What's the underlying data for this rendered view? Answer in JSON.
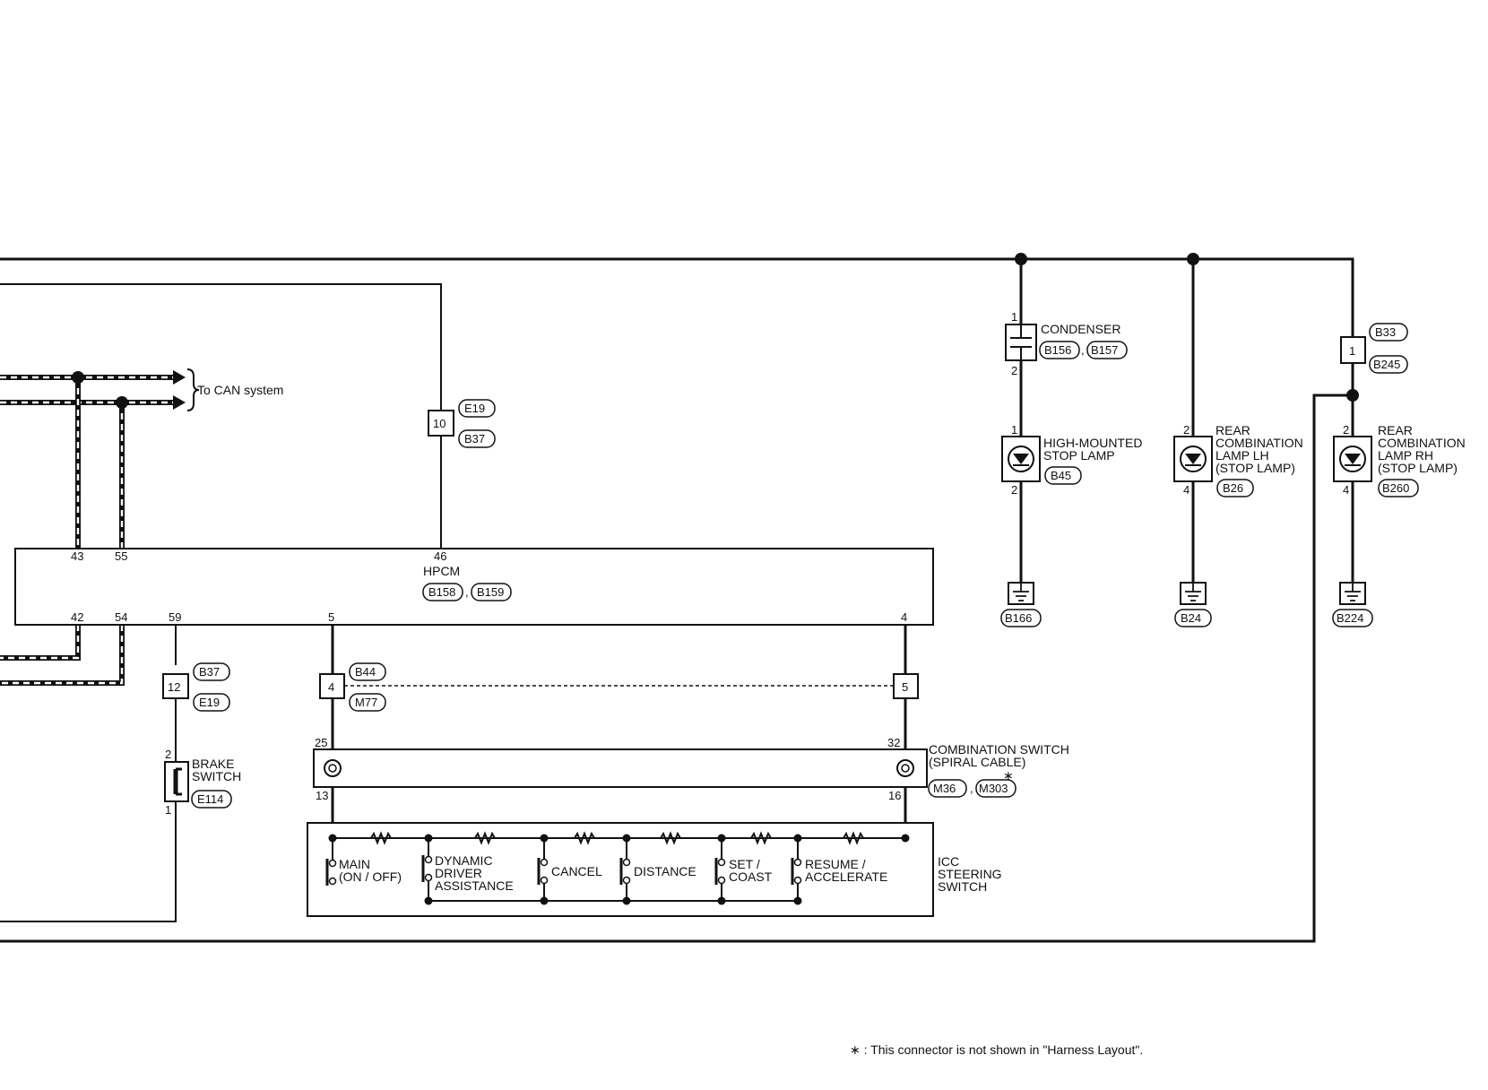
{
  "notes": {
    "can": "To CAN system",
    "footnote": "∗ : This connector is not shown in \"Harness Layout\"."
  },
  "hpcm": {
    "name": "HPCM",
    "connectors": [
      "B158",
      "B159"
    ],
    "pins_top": [
      "43",
      "55",
      "46"
    ],
    "pins_bottom": [
      "42",
      "54",
      "59",
      "5",
      "4"
    ]
  },
  "junctions": {
    "j10": {
      "pin": "10",
      "top": "E19",
      "bottom": "B37"
    },
    "j12": {
      "pin": "12",
      "top": "B37",
      "bottom": "E19"
    },
    "j4": {
      "pin": "4",
      "top": "B44",
      "bottom": "M77"
    },
    "j5": {
      "pin": "5"
    },
    "j1": {
      "pin": "1",
      "top": "B33",
      "bottom": "B245"
    }
  },
  "brake_switch": {
    "name_line1": "BRAKE",
    "name_line2": "SWITCH",
    "connector": "E114",
    "pin_top": "2",
    "pin_bottom": "1"
  },
  "combination_switch": {
    "name_line1": "COMBINATION SWITCH",
    "name_line2": "(SPIRAL CABLE)",
    "connectors": [
      "M36",
      "M303"
    ],
    "asterisk": "∗",
    "pins": {
      "tl": "25",
      "tr": "32",
      "bl": "13",
      "br": "16"
    }
  },
  "icc_switch": {
    "name_line1": "ICC",
    "name_line2": "STEERING",
    "name_line3": "SWITCH",
    "buttons": [
      {
        "l1": "MAIN",
        "l2": "(ON / OFF)",
        "l3": ""
      },
      {
        "l1": "DYNAMIC",
        "l2": "DRIVER",
        "l3": "ASSISTANCE"
      },
      {
        "l1": "CANCEL",
        "l2": "",
        "l3": ""
      },
      {
        "l1": "DISTANCE",
        "l2": "",
        "l3": ""
      },
      {
        "l1": "SET /",
        "l2": "COAST",
        "l3": ""
      },
      {
        "l1": "RESUME /",
        "l2": "ACCELERATE",
        "l3": ""
      }
    ]
  },
  "condenser": {
    "name": "CONDENSER",
    "connectors": [
      "B156",
      "B157"
    ],
    "pin_top": "1",
    "pin_bottom": "2"
  },
  "hm_stop_lamp": {
    "name_line1": "HIGH-MOUNTED",
    "name_line2": "STOP LAMP",
    "connector": "B45",
    "pin_top": "1",
    "pin_bottom": "2"
  },
  "rear_lamp_lh": {
    "l1": "REAR",
    "l2": "COMBINATION",
    "l3": "LAMP LH",
    "l4": "(STOP LAMP)",
    "connector": "B26",
    "pin_top": "2",
    "pin_bottom": "4"
  },
  "rear_lamp_rh": {
    "l1": "REAR",
    "l2": "COMBINATION",
    "l3": "LAMP RH",
    "l4": "(STOP LAMP)",
    "connector": "B260",
    "pin_top": "2",
    "pin_bottom": "4"
  },
  "grounds": [
    "B166",
    "B24",
    "B224"
  ]
}
